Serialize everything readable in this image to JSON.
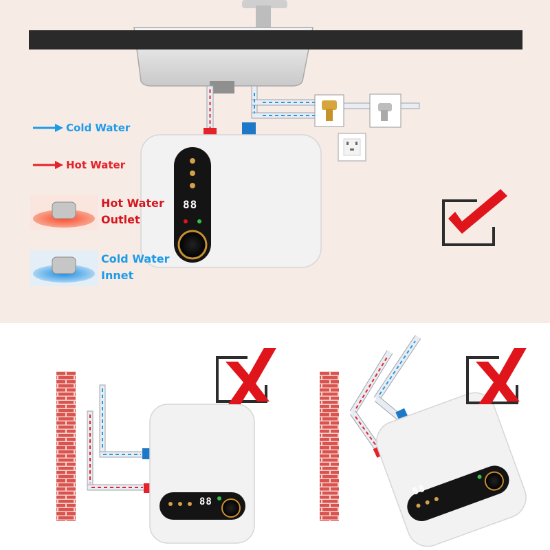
{
  "legend": {
    "cold_water": "Cold Water",
    "hot_water": "Hot Water"
  },
  "parts": {
    "hot_outlet_line1": "Hot Water",
    "hot_outlet_line2": "Outlet",
    "cold_inlet_line1": "Cold Water",
    "cold_inlet_line2": "Innet"
  },
  "display": {
    "main": "88",
    "left": "88",
    "right": "88"
  },
  "colors": {
    "cold": "#1e9be8",
    "hot": "#e4222a",
    "brick": "#d9534f",
    "heater": "#f3f3f3",
    "panel": "#141414",
    "mark": "#e0141b"
  },
  "icons": [
    "check-mark-icon",
    "cross-mark-icon",
    "power-socket-icon",
    "valve-icon",
    "tee-fitting-icon",
    "faucet-icon"
  ]
}
